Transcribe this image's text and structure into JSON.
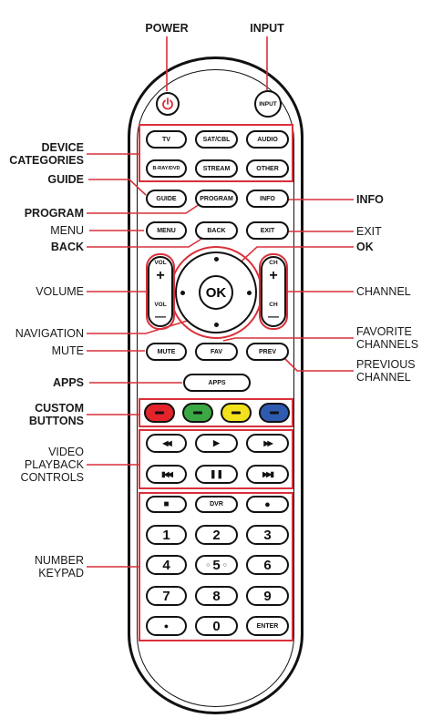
{
  "labels": {
    "power": "POWER",
    "input": "INPUT",
    "device_categories": "DEVICE\nCATEGORIES",
    "guide": "GUIDE",
    "program": "PROGRAM",
    "menu": "MENU",
    "back": "BACK",
    "volume": "VOLUME",
    "navigation": "NAVIGATION",
    "mute": "MUTE",
    "apps": "APPS",
    "custom_buttons": "CUSTOM\nBUTTONS",
    "video_playback": "VIDEO\nPLAYBACK\nCONTROLS",
    "number_keypad": "NUMBER\nKEYPAD",
    "info": "INFO",
    "exit": "EXIT",
    "ok": "OK",
    "channel": "CHANNEL",
    "favorite_channels": "FAVORITE\nCHANNELS",
    "previous_channel": "PREVIOUS\nCHANNEL"
  },
  "buttons": {
    "input": "INPUT",
    "tv": "TV",
    "satcbl": "SAT/CBL",
    "audio": "AUDIO",
    "bray": "B-RAY/DVD",
    "stream": "STREAM",
    "other": "OTHER",
    "guide": "GUIDE",
    "program": "PROGRAM",
    "info": "INFO",
    "menu": "MENU",
    "back": "BACK",
    "exit": "EXIT",
    "ok": "OK",
    "vol": "VOL",
    "ch": "CH",
    "plus": "+",
    "minus": "—",
    "mute": "MUTE",
    "fav": "FAV",
    "prev": "PREV",
    "apps": "APPS",
    "rewind": "◀◀",
    "play": "▶",
    "fastforward": "▶▶",
    "skip_back": "▮◀◀",
    "pause": "❚❚",
    "skip_forward": "▶▶▮",
    "stop": "■",
    "dvr": "DVR",
    "record": "●",
    "n1": "1",
    "n2": "2",
    "n3": "3",
    "n4": "4",
    "n5": "5",
    "n6": "6",
    "n7": "7",
    "n8": "8",
    "n9": "9",
    "dot": "●",
    "n0": "0",
    "enter": "ENTER"
  },
  "colors": {
    "accent_red": "#d9303a",
    "custom_red": "#e4232b",
    "custom_green": "#3aa843",
    "custom_yellow": "#f2e21b",
    "custom_blue": "#2e5bb0"
  },
  "icons": {
    "power": "power-icon"
  }
}
